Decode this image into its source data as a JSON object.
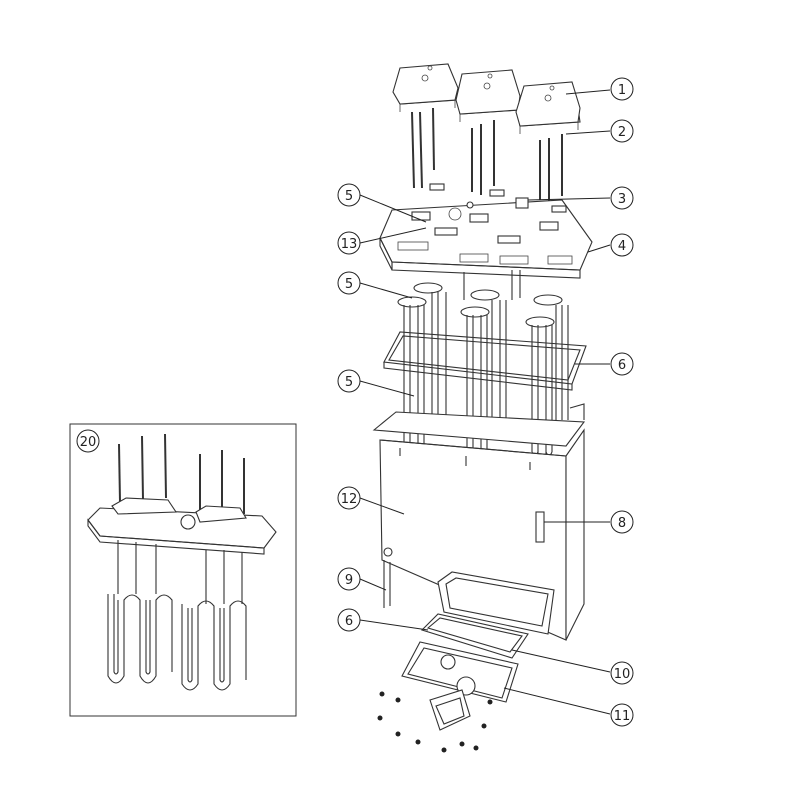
{
  "callouts": [
    "1",
    "2",
    "3",
    "4",
    "5",
    "6",
    "8",
    "9",
    "10",
    "11",
    "12",
    "13"
  ],
  "left_callouts": [
    "5",
    "13",
    "5",
    "5"
  ],
  "label_12": "12",
  "label_9": "9",
  "label_6b": "6",
  "inset_label": "20"
}
